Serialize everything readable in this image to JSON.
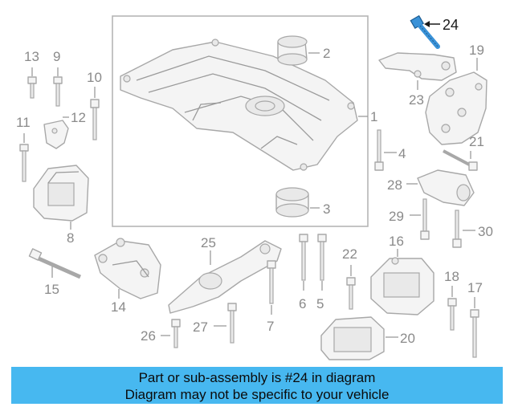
{
  "callouts": {
    "c1": "1",
    "c2": "2",
    "c3": "3",
    "c4": "4",
    "c5": "5",
    "c6": "6",
    "c7": "7",
    "c8": "8",
    "c9": "9",
    "c10": "10",
    "c11": "11",
    "c12": "12",
    "c13": "13",
    "c14": "14",
    "c15": "15",
    "c16": "16",
    "c17": "17",
    "c18": "18",
    "c19": "19",
    "c20": "20",
    "c21": "21",
    "c22": "22",
    "c23": "23",
    "c24": "24",
    "c25": "25",
    "c26": "26",
    "c27": "27",
    "c28": "28",
    "c29": "29",
    "c30": "30"
  },
  "highlighted_part": "24",
  "colors": {
    "banner_background": "#47b8f0",
    "highlight": "#3a92d8",
    "part_line": "#a8a8a8"
  },
  "banner": {
    "line1": "Part or sub-assembly is #24 in diagram",
    "line2": "Diagram may not be specific to your vehicle"
  }
}
